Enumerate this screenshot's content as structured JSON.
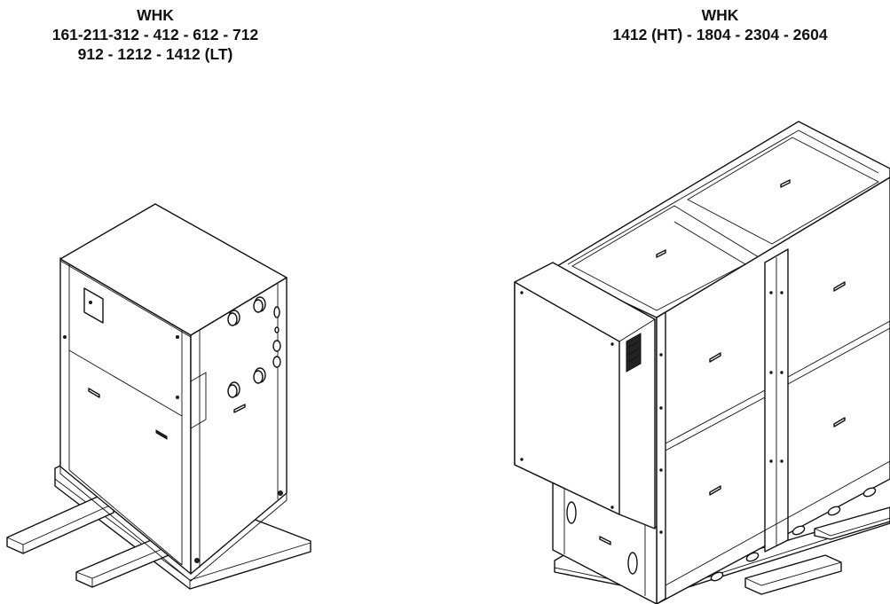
{
  "left_unit": {
    "caption_lines": [
      "WHK",
      "161-211-312 - 412 - 612 - 712",
      "912 - 1212 - 1412 (LT)"
    ]
  },
  "right_unit": {
    "caption_lines": [
      "WHK",
      "1412 (HT) - 1804 - 2304 - 2604"
    ]
  }
}
